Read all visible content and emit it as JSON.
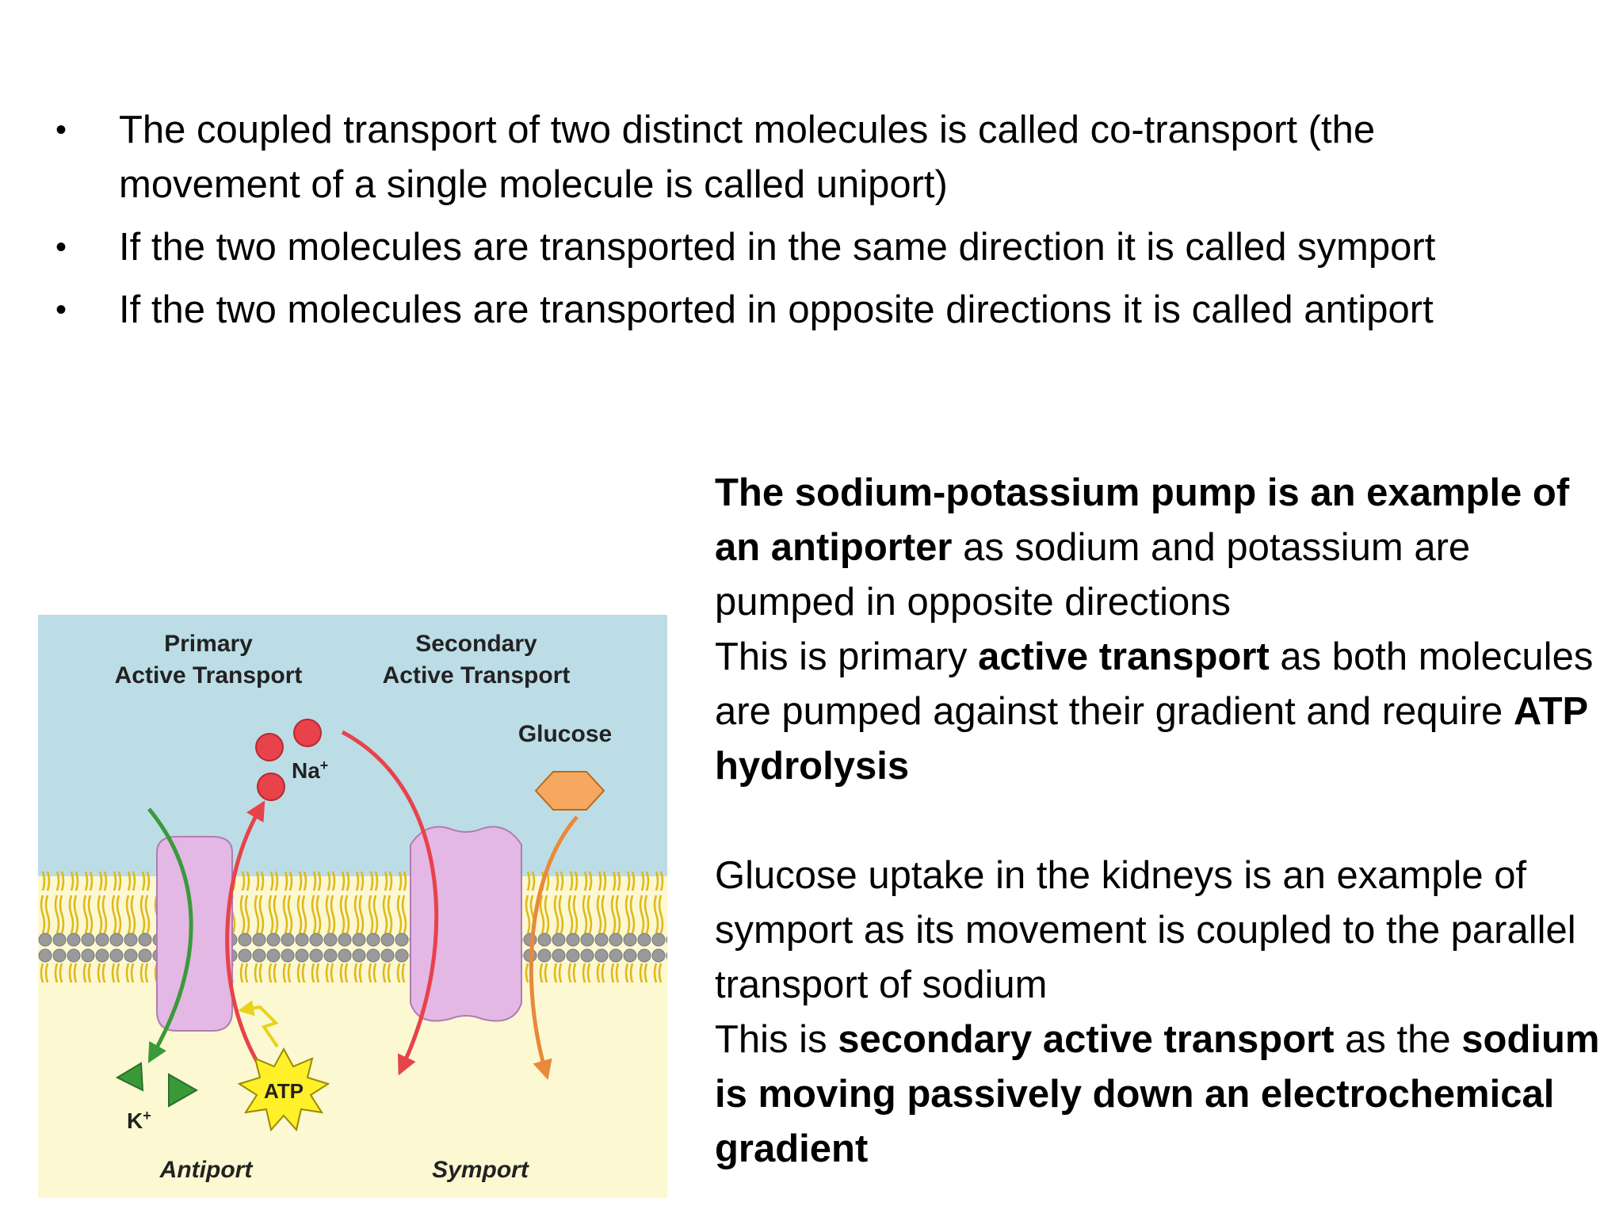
{
  "bullets": [
    "The coupled transport of two distinct molecules is called co-transport (the movement of a single molecule is called uniport)",
    "If the two molecules are transported in the same direction it is called symport",
    "If the two molecules are transported in opposite directions it is called antiport"
  ],
  "bullet_symbol": "•",
  "paragraph1": {
    "bold1": "The sodium-potassium pump is an example of an antiporter",
    "text1": " as sodium and potassium are pumped in opposite directions"
  },
  "paragraph2": {
    "text1": "This is primary ",
    "bold1": "active transport",
    "text2": " as both molecules are pumped against their gradient and require ",
    "bold2": "ATP hydrolysis"
  },
  "paragraph3": {
    "text1": "Glucose uptake in the kidneys is an example of symport as its movement is coupled to the parallel transport of sodium"
  },
  "paragraph4": {
    "text1": "This is ",
    "bold1": "secondary active transport",
    "text2": " as the ",
    "bold2": "sodium is moving passively down an electrochemical gradient"
  },
  "diagram": {
    "primary_line1": "Primary",
    "primary_line2": "Active Transport",
    "secondary_line1": "Secondary",
    "secondary_line2": "Active Transport",
    "na_label": "Na",
    "na_charge": "+",
    "k_label": "K",
    "k_charge": "+",
    "glucose_label": "Glucose",
    "atp_label": "ATP",
    "antiport_label": "Antiport",
    "symport_label": "Symport",
    "colors": {
      "extracellular": "#bcdde6",
      "intracellular": "#fbf8d2",
      "protein": "#e3b8e4",
      "sodium": "#e8424a",
      "potassium": "#3a9a3a",
      "glucose": "#f7a860",
      "atp": "#fff02a"
    }
  }
}
